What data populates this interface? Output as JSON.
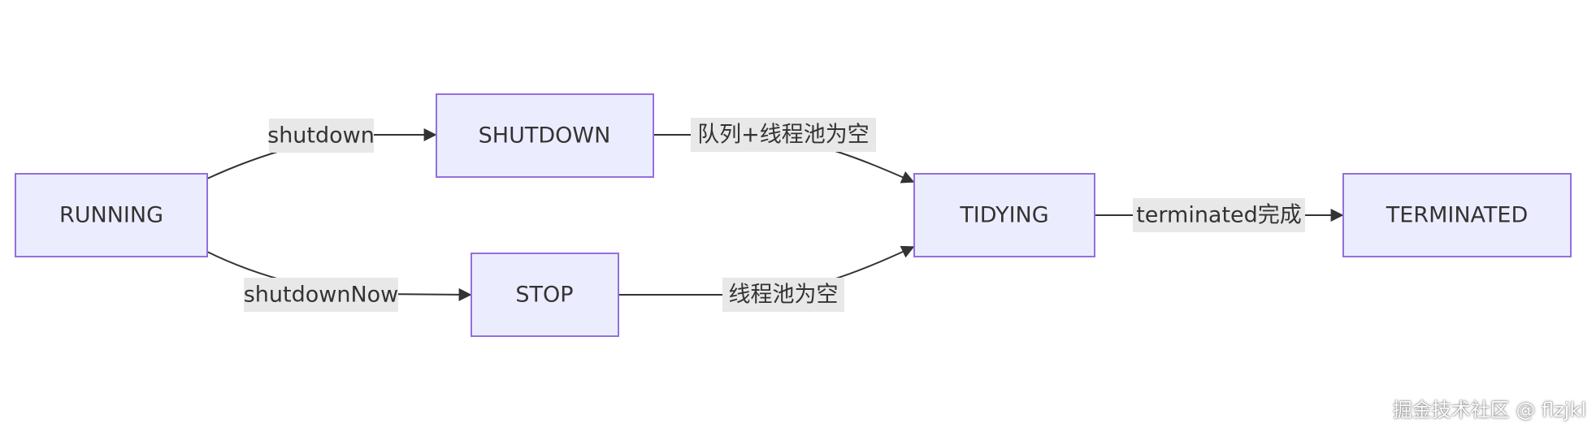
{
  "diagram": {
    "type": "state-flowchart",
    "direction": "left-to-right",
    "colors": {
      "node_fill": "#ECECFF",
      "node_border": "#9370DB",
      "edge": "#333333",
      "edge_label_bg": "#e8e8e8",
      "text": "#333333"
    },
    "nodes": {
      "running": "RUNNING",
      "shutdown": "SHUTDOWN",
      "stop": "STOP",
      "tidying": "TIDYING",
      "terminated": "TERMINATED"
    },
    "edges": {
      "running_to_shutdown": "shutdown",
      "running_to_stop": "shutdownNow",
      "shutdown_to_tidying": "队列+线程池为空",
      "stop_to_tidying": "线程池为空",
      "tidying_to_terminated": "terminated完成"
    }
  },
  "watermark": "掘金技术社区 @ flzjkl"
}
